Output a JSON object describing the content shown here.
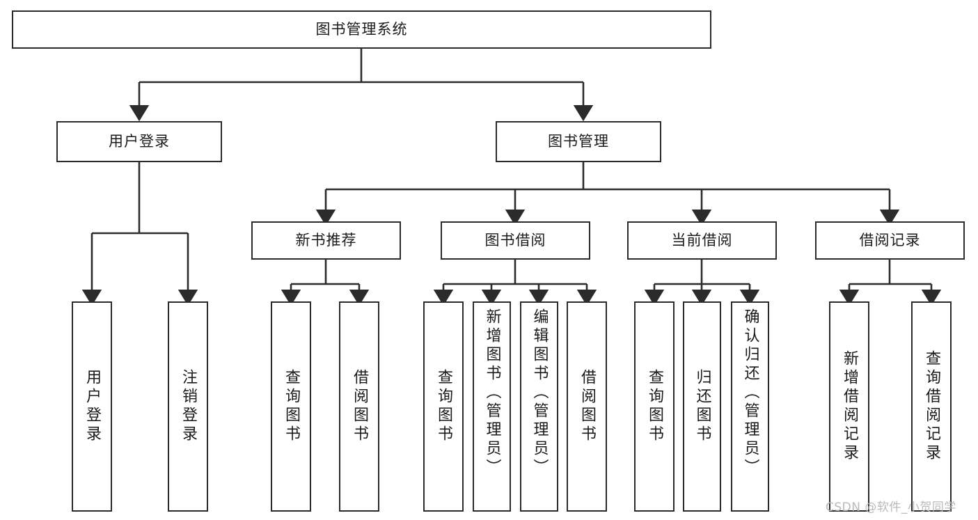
{
  "diagram": {
    "type": "tree-hierarchy",
    "title": "图书管理系统",
    "watermark": "CSDN @软件_小贺同学",
    "colors": {
      "box_border": "#2b2b2b",
      "box_fill": "#ffffff",
      "connector": "#2b2b2b",
      "text": "#1a1a1a",
      "watermark": "#b9b9b9",
      "canvas": "#ffffff"
    },
    "root": {
      "label": "图书管理系统"
    },
    "level2": [
      {
        "label": "用户登录"
      },
      {
        "label": "图书管理"
      }
    ],
    "level3": [
      {
        "label": "新书推荐"
      },
      {
        "label": "图书借阅"
      },
      {
        "label": "当前借阅"
      },
      {
        "label": "借阅记录"
      }
    ],
    "leaves": {
      "user_login": [
        {
          "label": "用户登录"
        },
        {
          "label": "注销登录"
        }
      ],
      "new_book_recommend": [
        {
          "label": "查询图书"
        },
        {
          "label": "借阅图书"
        }
      ],
      "book_borrow": [
        {
          "label": "查询图书"
        },
        {
          "label": "新增图书（管理员）"
        },
        {
          "label": "编辑图书（管理员）"
        },
        {
          "label": "借阅图书"
        }
      ],
      "current_borrow": [
        {
          "label": "查询图书"
        },
        {
          "label": "归还图书"
        },
        {
          "label": "确认归还（管理员）"
        }
      ],
      "borrow_record": [
        {
          "label": "新增借阅记录"
        },
        {
          "label": "查询借阅记录"
        }
      ]
    }
  }
}
